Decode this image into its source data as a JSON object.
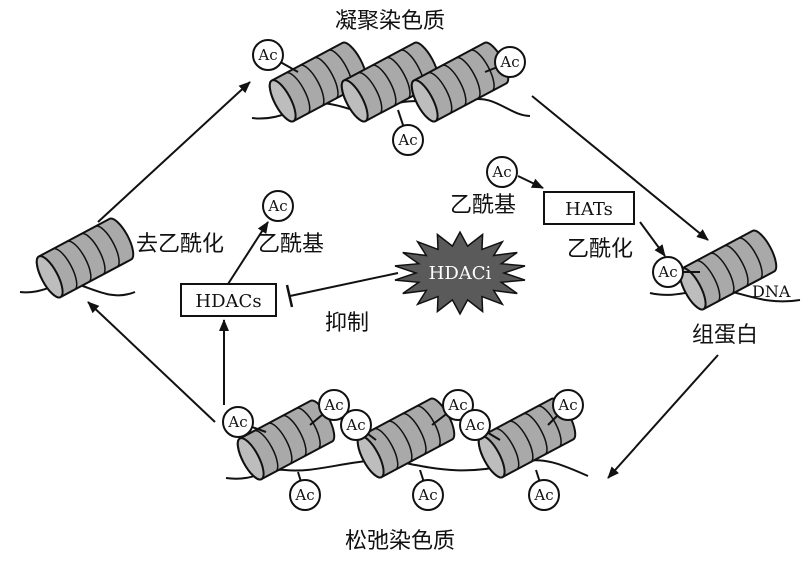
{
  "labels": {
    "condensed_chromatin": "凝聚染色质",
    "relaxed_chromatin": "松弛染色质",
    "deacetylation": "去乙酰化",
    "acetyl_left": "乙酰基",
    "acetyl_right": "乙酰基",
    "acetylation": "乙酰化",
    "inhibit": "抑制",
    "histone": "组蛋白",
    "dna": "DNA"
  },
  "boxes": {
    "hdacs": "HDACs",
    "hats": "HATs"
  },
  "inhibitor": "HDACi",
  "acetyl_tag": "Ac",
  "colors": {
    "nucleosome": "#a9a9a9",
    "inhibitor_fill": "#5a5a5a",
    "inhibitor_text": "#ffffff",
    "line": "#111111"
  }
}
